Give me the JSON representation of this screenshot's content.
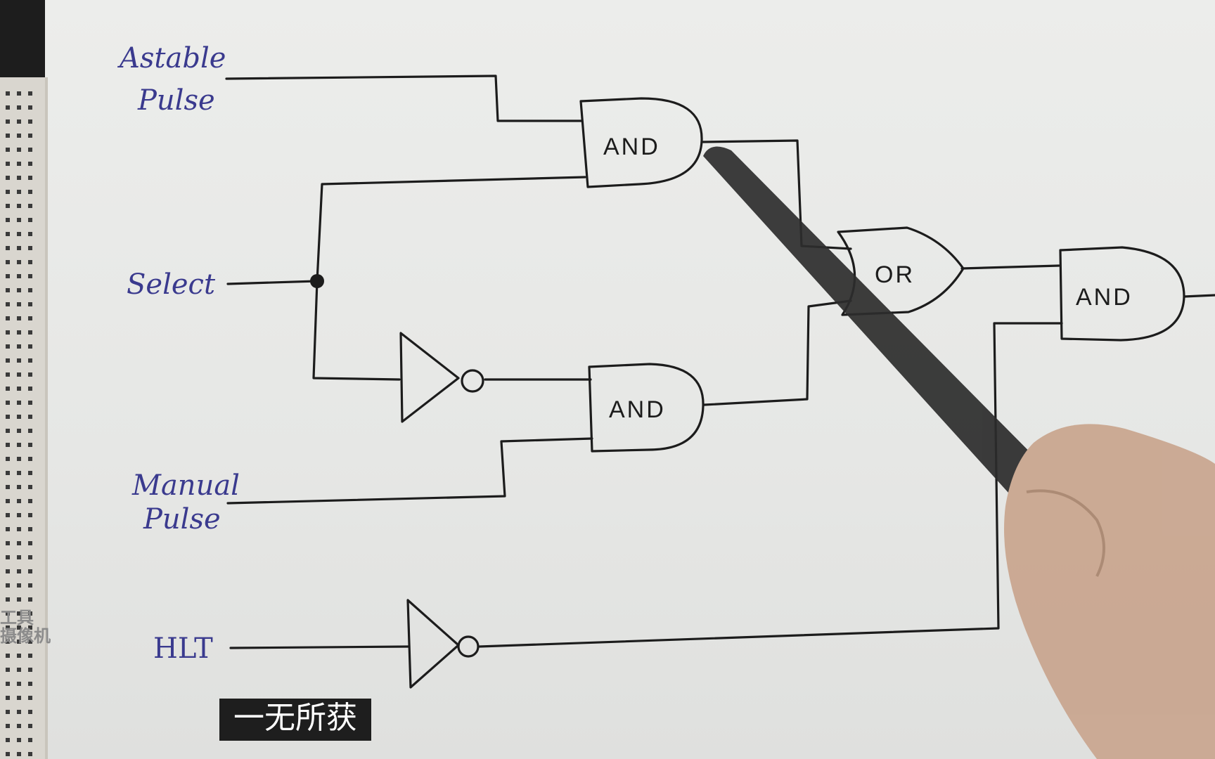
{
  "inputs": {
    "astable": [
      "Astable",
      "Pulse"
    ],
    "select": "Select",
    "manual": [
      "Manual",
      "Pulse"
    ],
    "hlt": "HLT"
  },
  "gates": {
    "and_top": "AND",
    "and_mid": "AND",
    "or": "OR",
    "and_out": "AND"
  },
  "subtitle": "一无所获",
  "watermark": [
    "工具",
    "摄像机"
  ],
  "colors": {
    "ink": "#1c1c1c",
    "label_ink": "#3a3a8e",
    "paper": "#e8e9e7",
    "caption_bg": "#1e1e1e"
  }
}
